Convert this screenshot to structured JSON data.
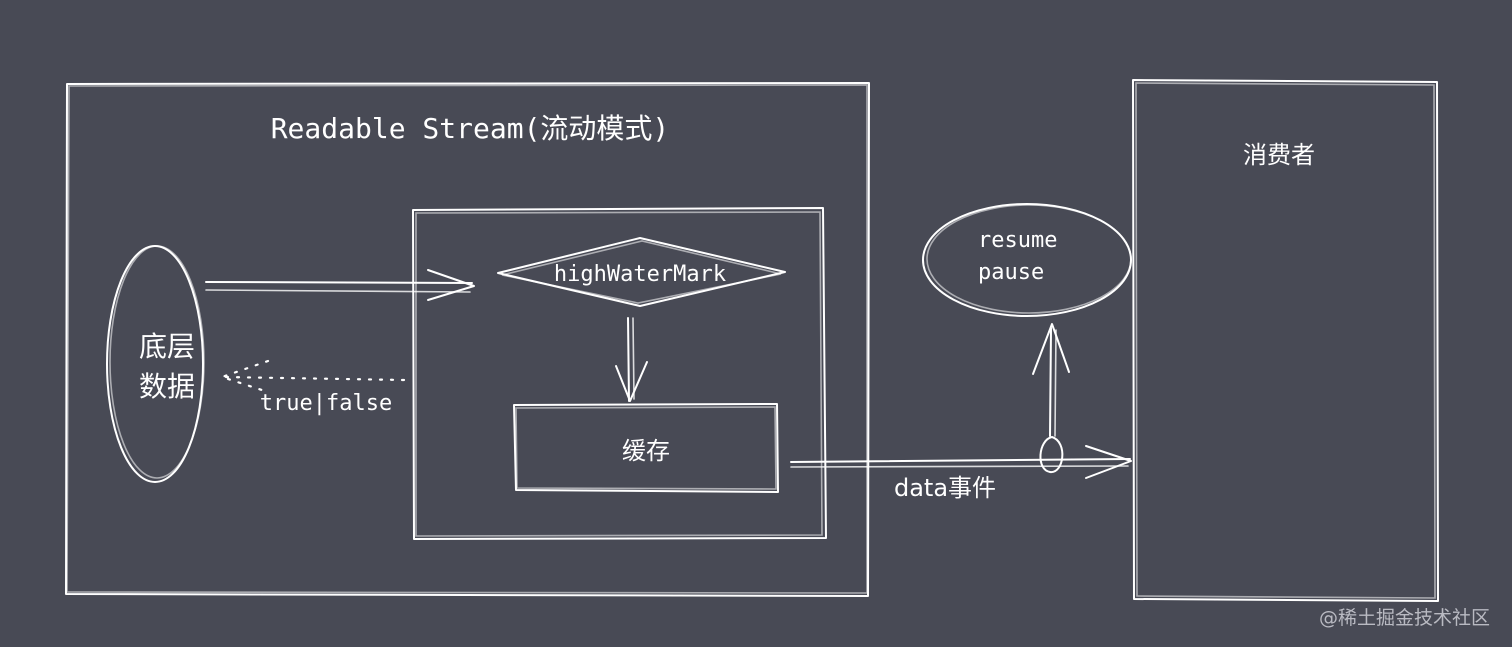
{
  "stream": {
    "title": "Readable Stream(流动模式)"
  },
  "source": {
    "line1": "底层",
    "line2": "数据"
  },
  "buffer": {
    "decision": "highWaterMark",
    "store": "缓存",
    "return_label": "true|false"
  },
  "control": {
    "resume": "resume",
    "pause": "pause"
  },
  "event": {
    "label": "data事件"
  },
  "consumer": {
    "label": "消费者"
  },
  "watermark": {
    "text": "@稀土掘金技术社区"
  },
  "colors": {
    "background": "#484a55",
    "stroke": "#ffffff",
    "watermark": "#b9bac2"
  }
}
